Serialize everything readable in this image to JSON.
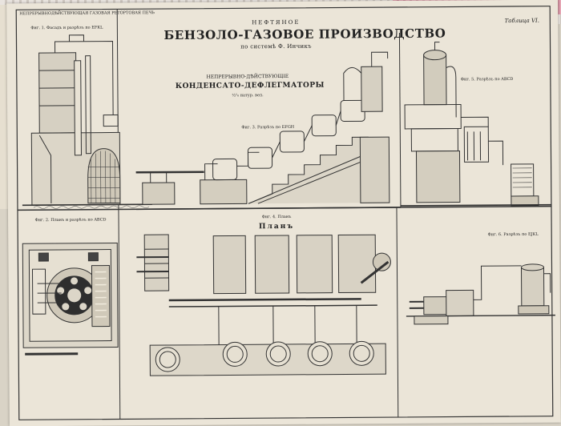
{
  "header": {
    "left_title": "НЕПРЕРЫВНОДѢЙСТВУЮЩАЯ ГАЗОВАЯ РЕТОРТОВАЯ ПЕЧЬ",
    "subtitle": "НЕФТЯНОЕ",
    "title": "БЕНЗОЛО-ГАЗОВОЕ ПРОИЗВОДСТВО",
    "author": "по системѣ Ф. Инчикъ",
    "plate": "Таблица VI."
  },
  "section": {
    "line1": "НЕПРЕРЫВНО-ДѢЙСТВУЮЩІЕ",
    "line2": "КОНДЕНСАТО-ДЕФЛЕГМАТОРЫ",
    "scale": "½⁵₀ натур. вел."
  },
  "figures": {
    "fig1": "Фиг. 1. Фасадъ и разрѣзъ по EFKL",
    "fig2": "Фиг. 2. Планъ и разрѣзъ по ABCD",
    "fig3": "Фиг. 3. Разрѣзъ по EFGH",
    "fig4": "Фиг. 4. Планъ",
    "fig5": "Фиг. 5. Разрѣзъ по ABCD",
    "fig6": "Фиг. 6. Разрѣзъ по EJKL"
  },
  "fig4_caption": "Планъ"
}
